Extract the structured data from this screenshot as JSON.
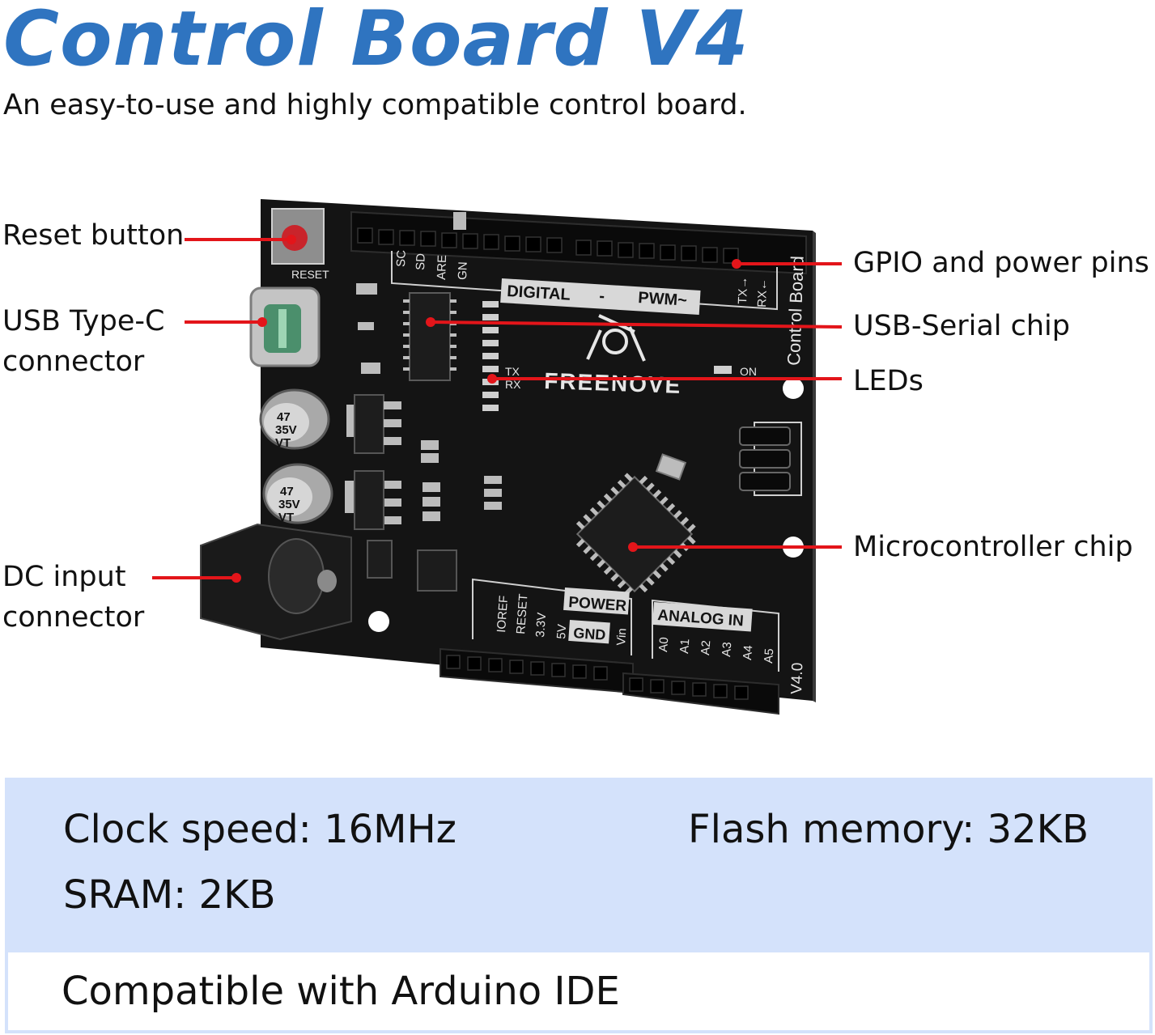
{
  "header": {
    "title": "Control Board V4",
    "subtitle": "An easy-to-use and highly compatible control board."
  },
  "callouts": {
    "reset_button": "Reset button",
    "usb_type_c_line1": "USB Type-C",
    "usb_type_c_line2": "connector",
    "dc_input_line1": "DC input",
    "dc_input_line2": "connector",
    "gpio_pins": "GPIO and power pins",
    "usb_serial_chip": "USB-Serial chip",
    "leds": "LEDs",
    "microcontroller_chip": "Microcontroller chip"
  },
  "board": {
    "reset_silk": "RESET",
    "digital_silk": "DIGITAL",
    "dash_silk": "-",
    "pwm_silk": "PWM~",
    "brand": "FREENOVE",
    "tx": "TX",
    "rx": "RX",
    "on": "ON",
    "vertical_name": "Control Board",
    "tx_arrow": "TX→",
    "rx_arrow": "RX←",
    "top_pins": [
      "SC",
      "SD",
      "ARE",
      "GN"
    ],
    "cap_value": "47",
    "cap_voltage": "35V",
    "cap_series": "VT",
    "power_silk": "POWER",
    "gnd_silk": "GND",
    "power_pins": [
      "IOREF",
      "RESET",
      "3.3V",
      "5V",
      "Vin"
    ],
    "analog_silk": "ANALOG IN",
    "analog_pins": [
      "A0",
      "A1",
      "A2",
      "A3",
      "A4",
      "A5"
    ],
    "version": "V4.0"
  },
  "specs": {
    "clock_speed": "Clock speed: 16MHz",
    "flash_memory": "Flash memory: 32KB",
    "sram": "SRAM: 2KB",
    "compatibility": "Compatible with Arduino IDE"
  },
  "colors": {
    "title_blue": "#2f74c0",
    "callout_red": "#e3151a",
    "board_black": "#141414",
    "panel_blue": "#d4e2fb"
  }
}
